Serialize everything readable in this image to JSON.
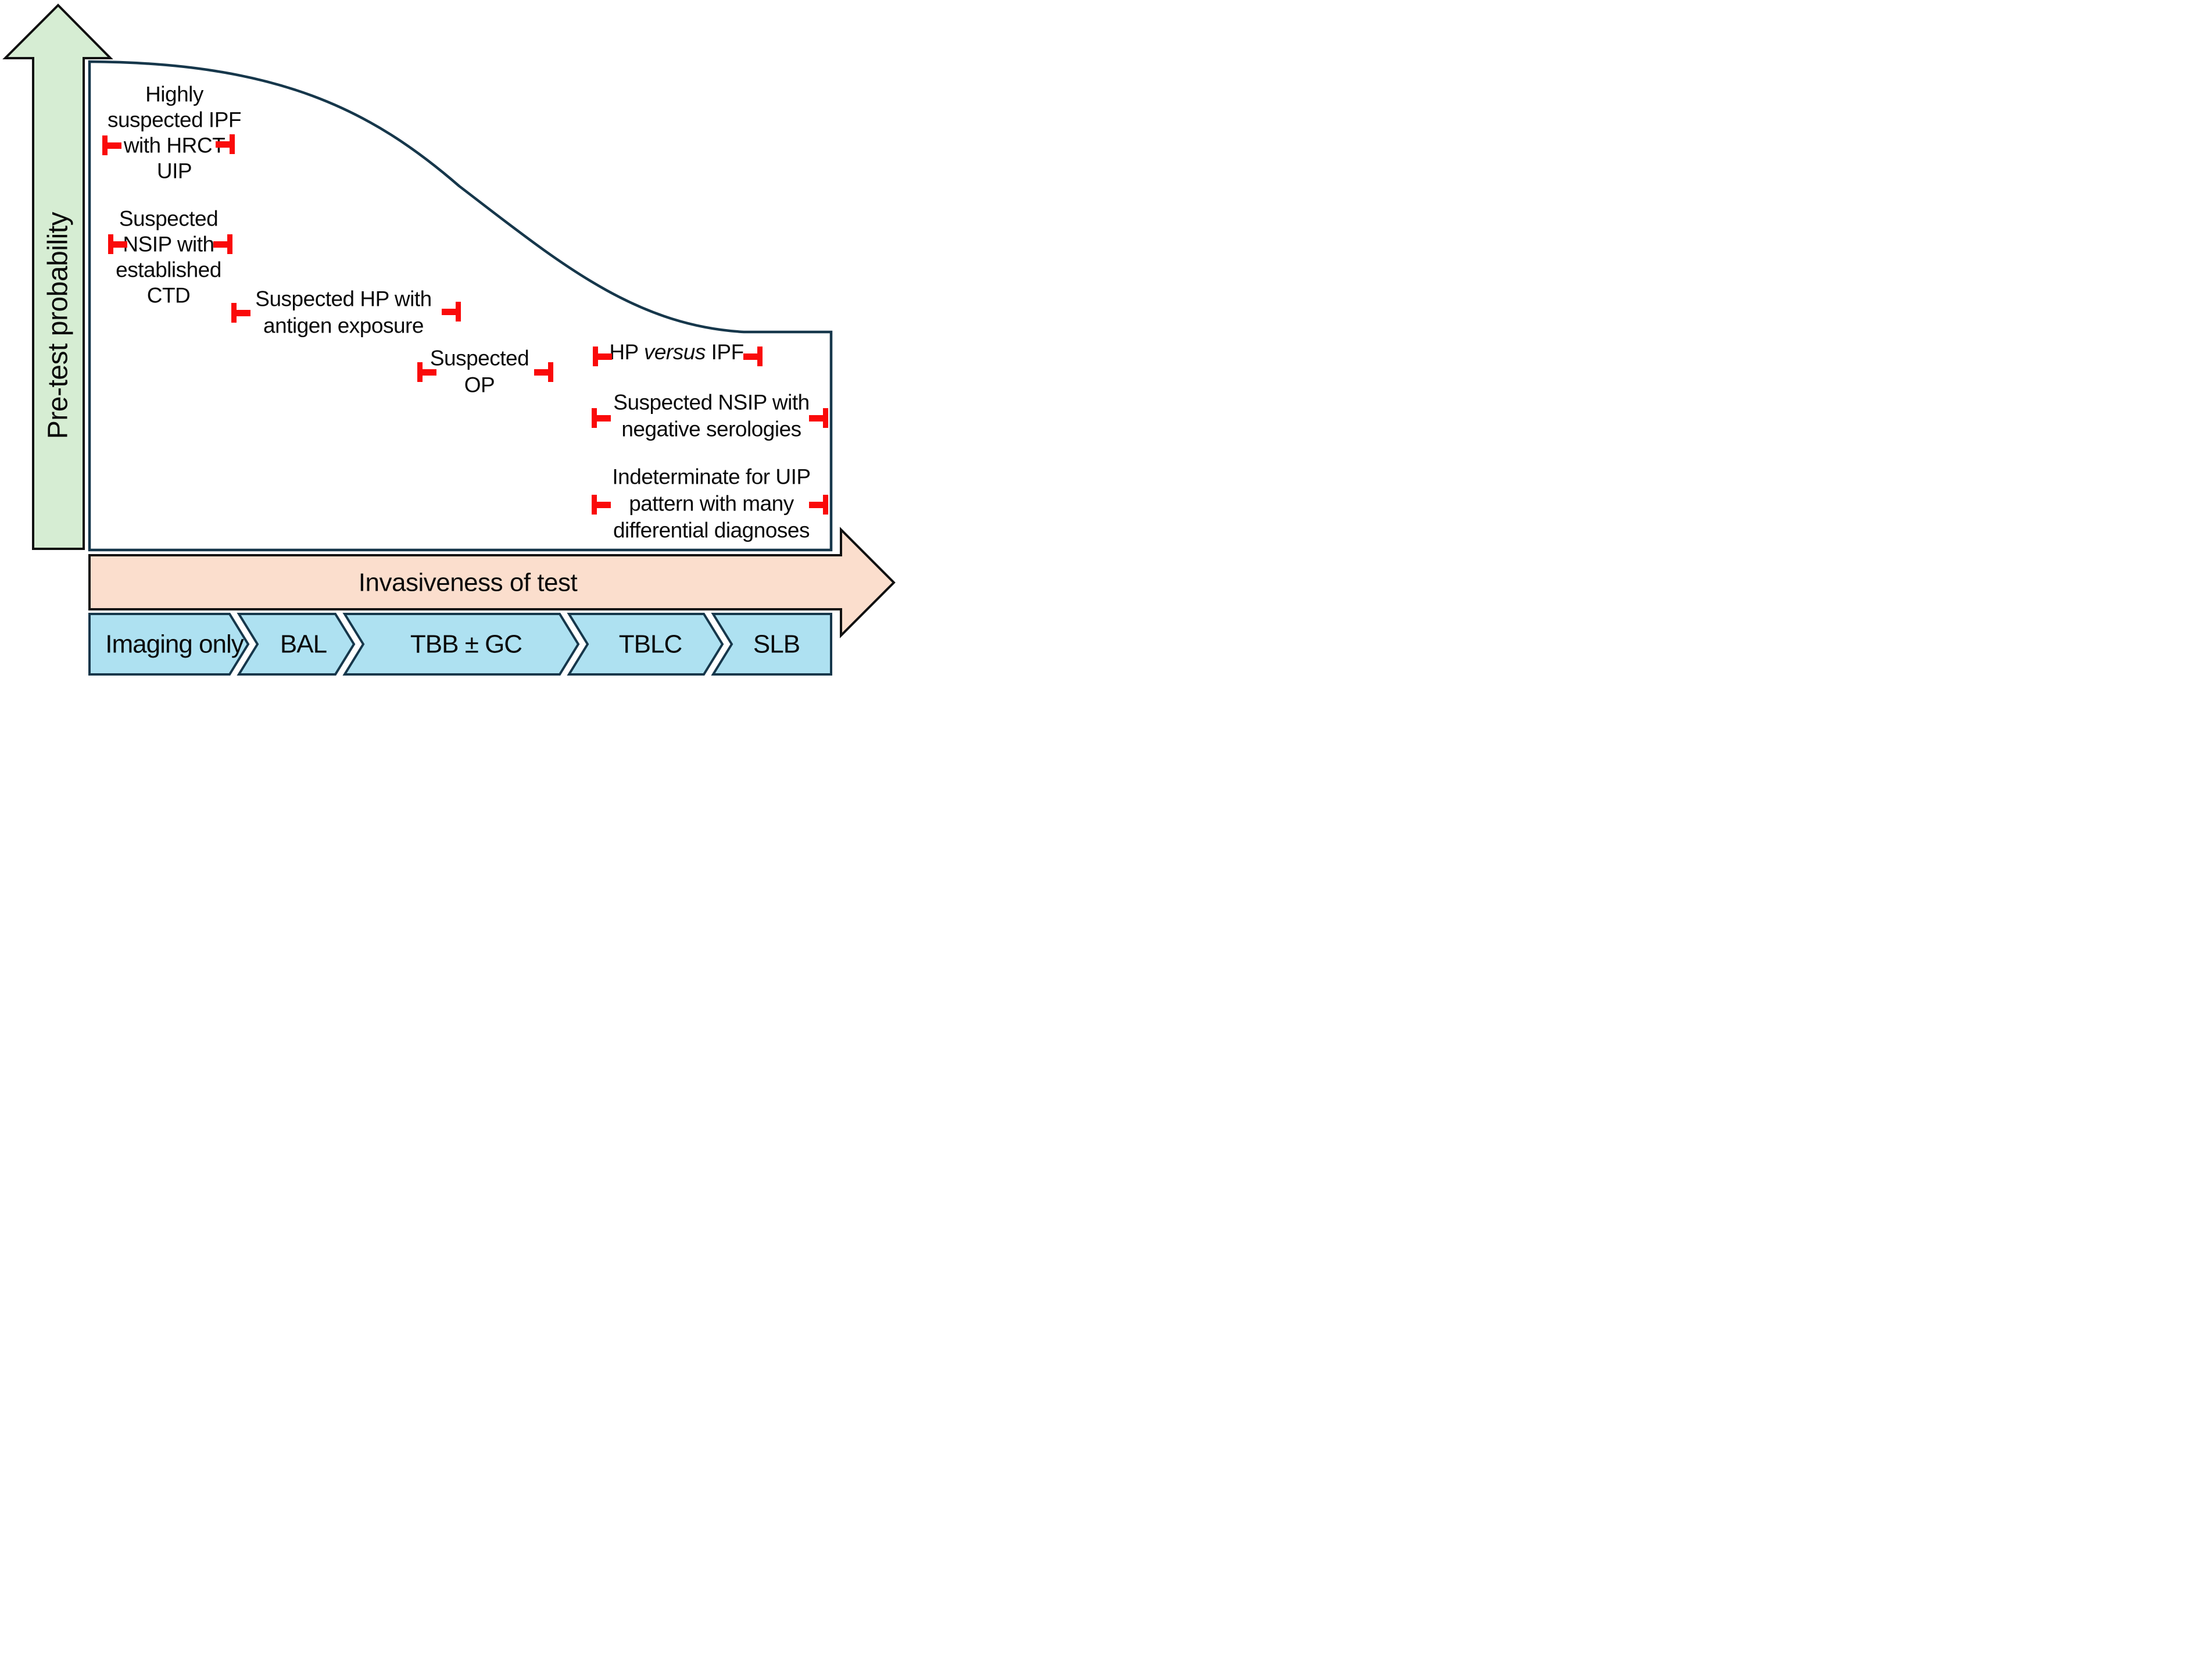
{
  "figure": {
    "y_axis_label": "Pre-test probability",
    "x_axis_label": "Invasiveness of test",
    "box_labels": [
      {
        "id": "highly-suspected-ipf",
        "lines": [
          "Highly",
          "suspected IPF",
          "with HRCT",
          "UIP"
        ]
      },
      {
        "id": "suspected-nsip-ctd",
        "lines": [
          "Suspected",
          "NSIP with",
          "established",
          "CTD"
        ]
      },
      {
        "id": "suspected-hp",
        "lines": [
          "Suspected HP with",
          "antigen exposure"
        ]
      },
      {
        "id": "suspected-op",
        "lines": [
          "Suspected",
          "OP"
        ]
      },
      {
        "id": "hp-versus-ipf",
        "parts": [
          "HP ",
          "versus",
          " IPF"
        ]
      },
      {
        "id": "suspected-nsip-serologies",
        "lines": [
          "Suspected NSIP with",
          "negative serologies"
        ]
      },
      {
        "id": "indeterminate-uip",
        "lines": [
          "Indeterminate for UIP",
          "pattern with many",
          "differential diagnoses"
        ]
      }
    ],
    "invasiveness_steps": [
      "Imaging only",
      "BAL",
      "TBB ± GC",
      "TBLC",
      "SLB"
    ],
    "colors": {
      "green_arrow": "#d6edd3",
      "peach_arrow": "#fbdecd",
      "blue_chevron": "#aee1f1",
      "navy_border": "#16374b",
      "red_marker": "#fa0a0a",
      "black_outline": "#111111",
      "text": "#0a0a0a"
    }
  }
}
